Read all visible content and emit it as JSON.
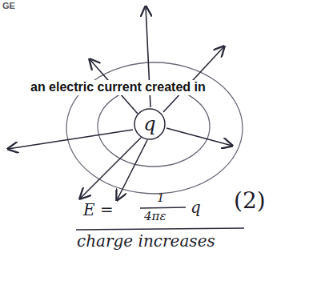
{
  "diagram": {
    "nodes": [
      {
        "text": [
          "q"
        ]
      }
    ],
    "labels": [
      "GE",
      "an electric current created in",
      "E =",
      "1",
      "4πε",
      "q",
      "(2)",
      "charge increases"
    ]
  }
}
